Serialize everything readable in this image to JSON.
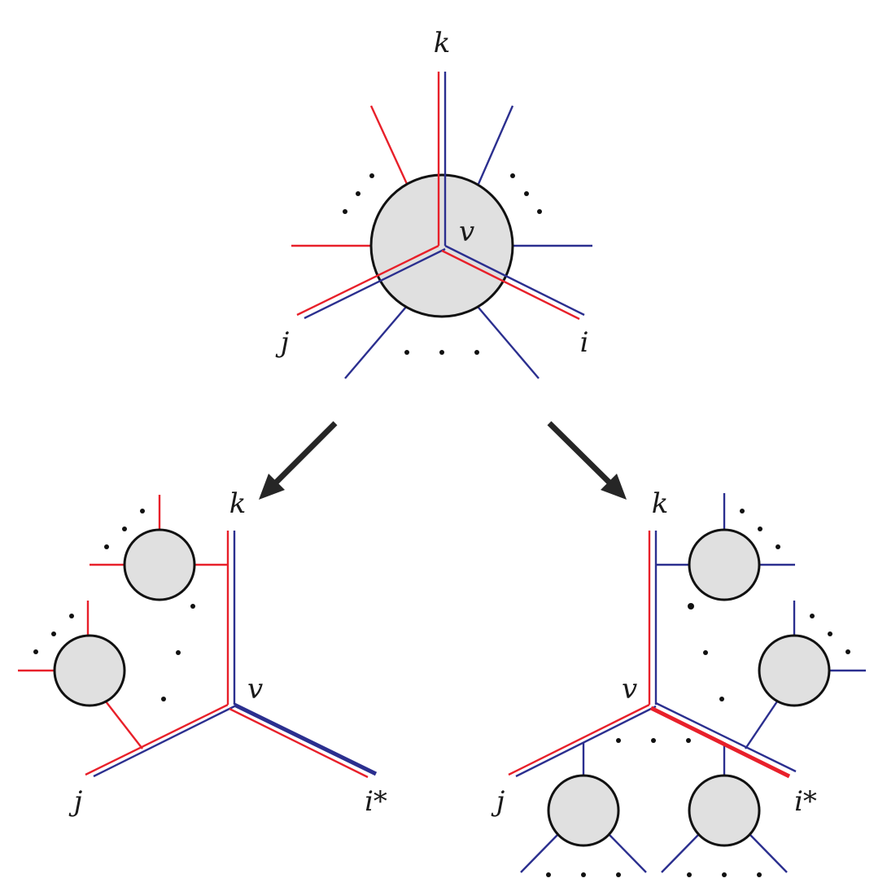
{
  "top": {
    "k": "k",
    "v": "v",
    "j": "j",
    "i": "i"
  },
  "left": {
    "k": "k",
    "v": "v",
    "j": "j",
    "i": "i*"
  },
  "right": {
    "k": "k",
    "v": "v",
    "j": "j",
    "i": "i*"
  },
  "colors": {
    "red": "#e8202a",
    "blue": "#2b2f8f",
    "node_fill": "#e0e0e0"
  }
}
